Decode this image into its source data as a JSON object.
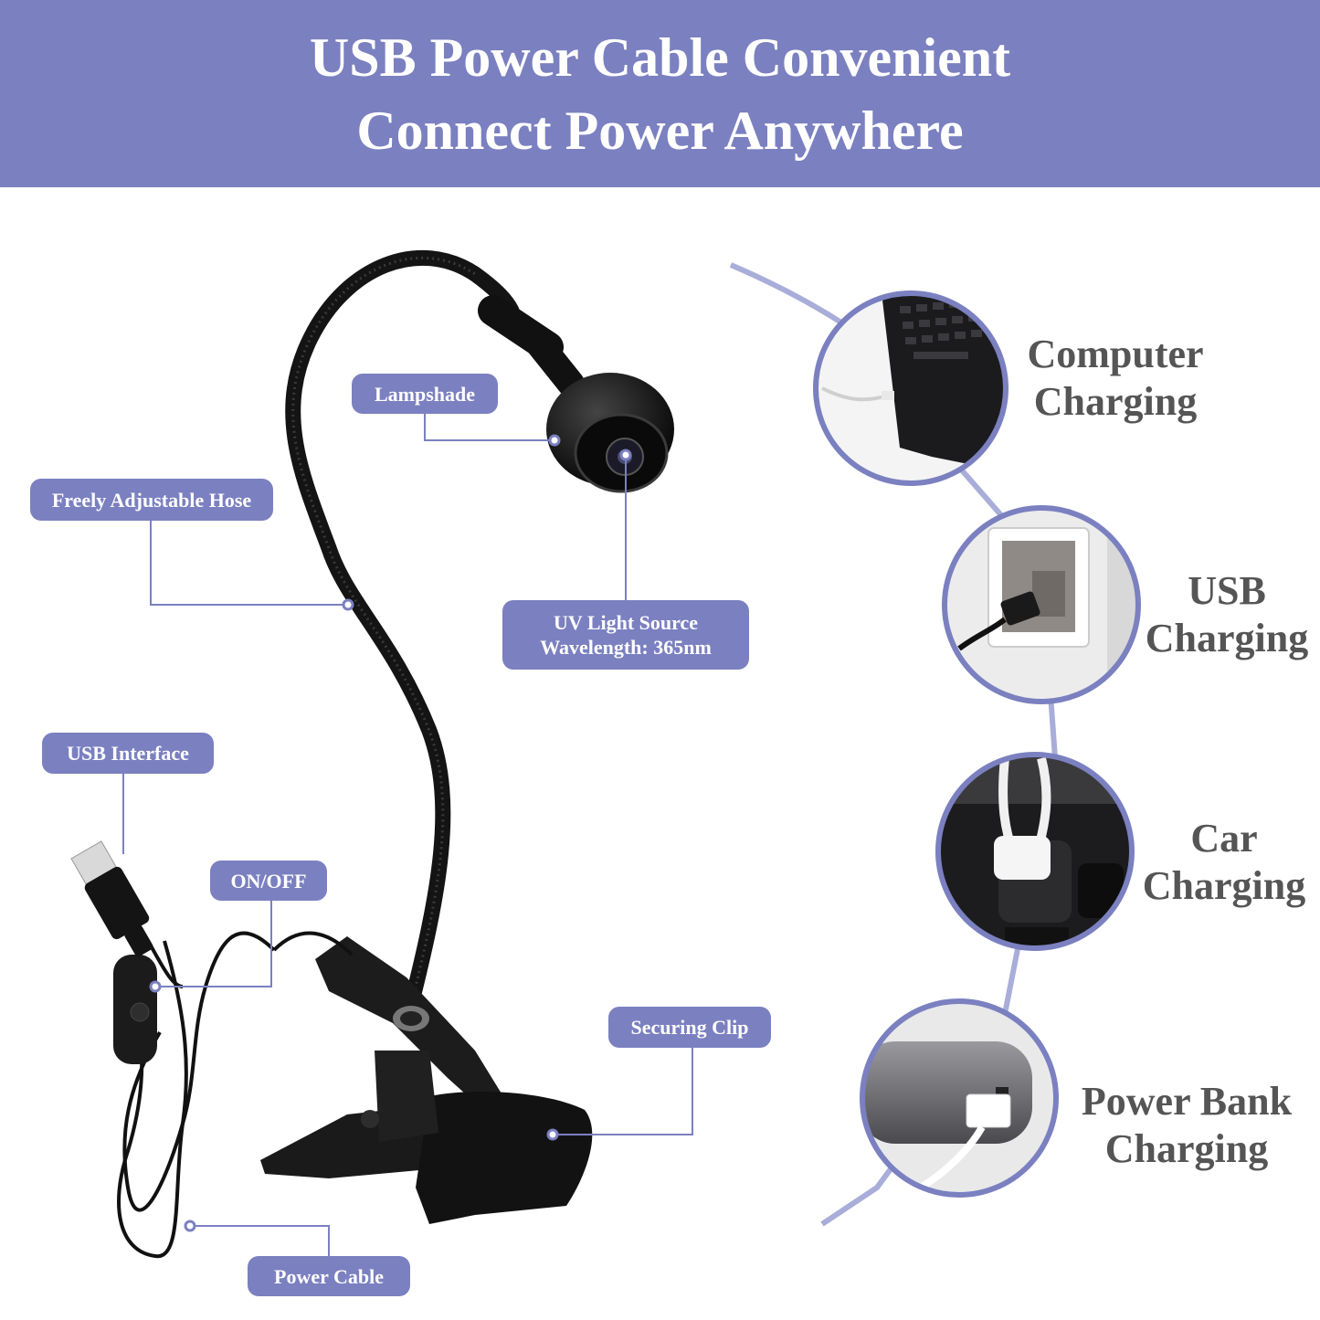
{
  "header": {
    "line1": "USB Power Cable Convenient",
    "line2": "Connect Power Anywhere"
  },
  "labels": {
    "lampshade": "Lampshade",
    "hose": "Freely Adjustable Hose",
    "uv_line1": "UV Light Source",
    "uv_line2": "Wavelength: 365nm",
    "usb_interface": "USB Interface",
    "switch": "ON/OFF",
    "clip": "Securing Clip",
    "cable": "Power Cable"
  },
  "charging": [
    {
      "line1": "Computer",
      "line2": "Charging",
      "icon": "laptop-icon"
    },
    {
      "line1": "USB",
      "line2": "Charging",
      "icon": "wall-socket-icon"
    },
    {
      "line1": "Car",
      "line2": "Charging",
      "icon": "car-charger-icon"
    },
    {
      "line1": "Power Bank",
      "line2": "Charging",
      "icon": "power-bank-icon"
    }
  ],
  "colors": {
    "accent": "#7b80c0",
    "caption_text": "#555555",
    "lamp_black": "#111111"
  }
}
